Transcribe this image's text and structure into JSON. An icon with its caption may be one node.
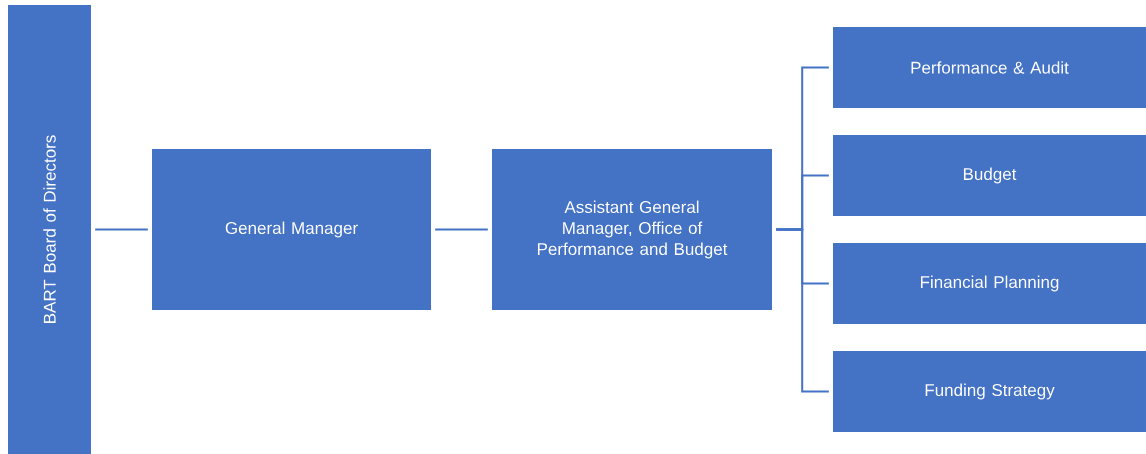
{
  "diagram": {
    "nodes": [
      {
        "text": [
          "BART Board of Directors"
        ]
      },
      {
        "text": [
          "General Manager"
        ]
      },
      {
        "text": [
          "Assistant General Manager, Office of Performance and Budget"
        ]
      },
      {
        "text": [
          "Performance & Audit"
        ]
      },
      {
        "text": [
          "Budget"
        ]
      },
      {
        "text": [
          "Financial Planning"
        ]
      },
      {
        "text": [
          "Funding Strategy"
        ]
      }
    ],
    "edges": [
      {
        "from": 0,
        "to": 1,
        "arrow": "none"
      },
      {
        "from": 1,
        "to": 2,
        "arrow": "none"
      },
      {
        "from": 2,
        "to": 3,
        "arrow": "none"
      },
      {
        "from": 2,
        "to": 4,
        "arrow": "none"
      },
      {
        "from": 2,
        "to": 5,
        "arrow": "none"
      },
      {
        "from": 2,
        "to": 6,
        "arrow": "none"
      }
    ]
  }
}
